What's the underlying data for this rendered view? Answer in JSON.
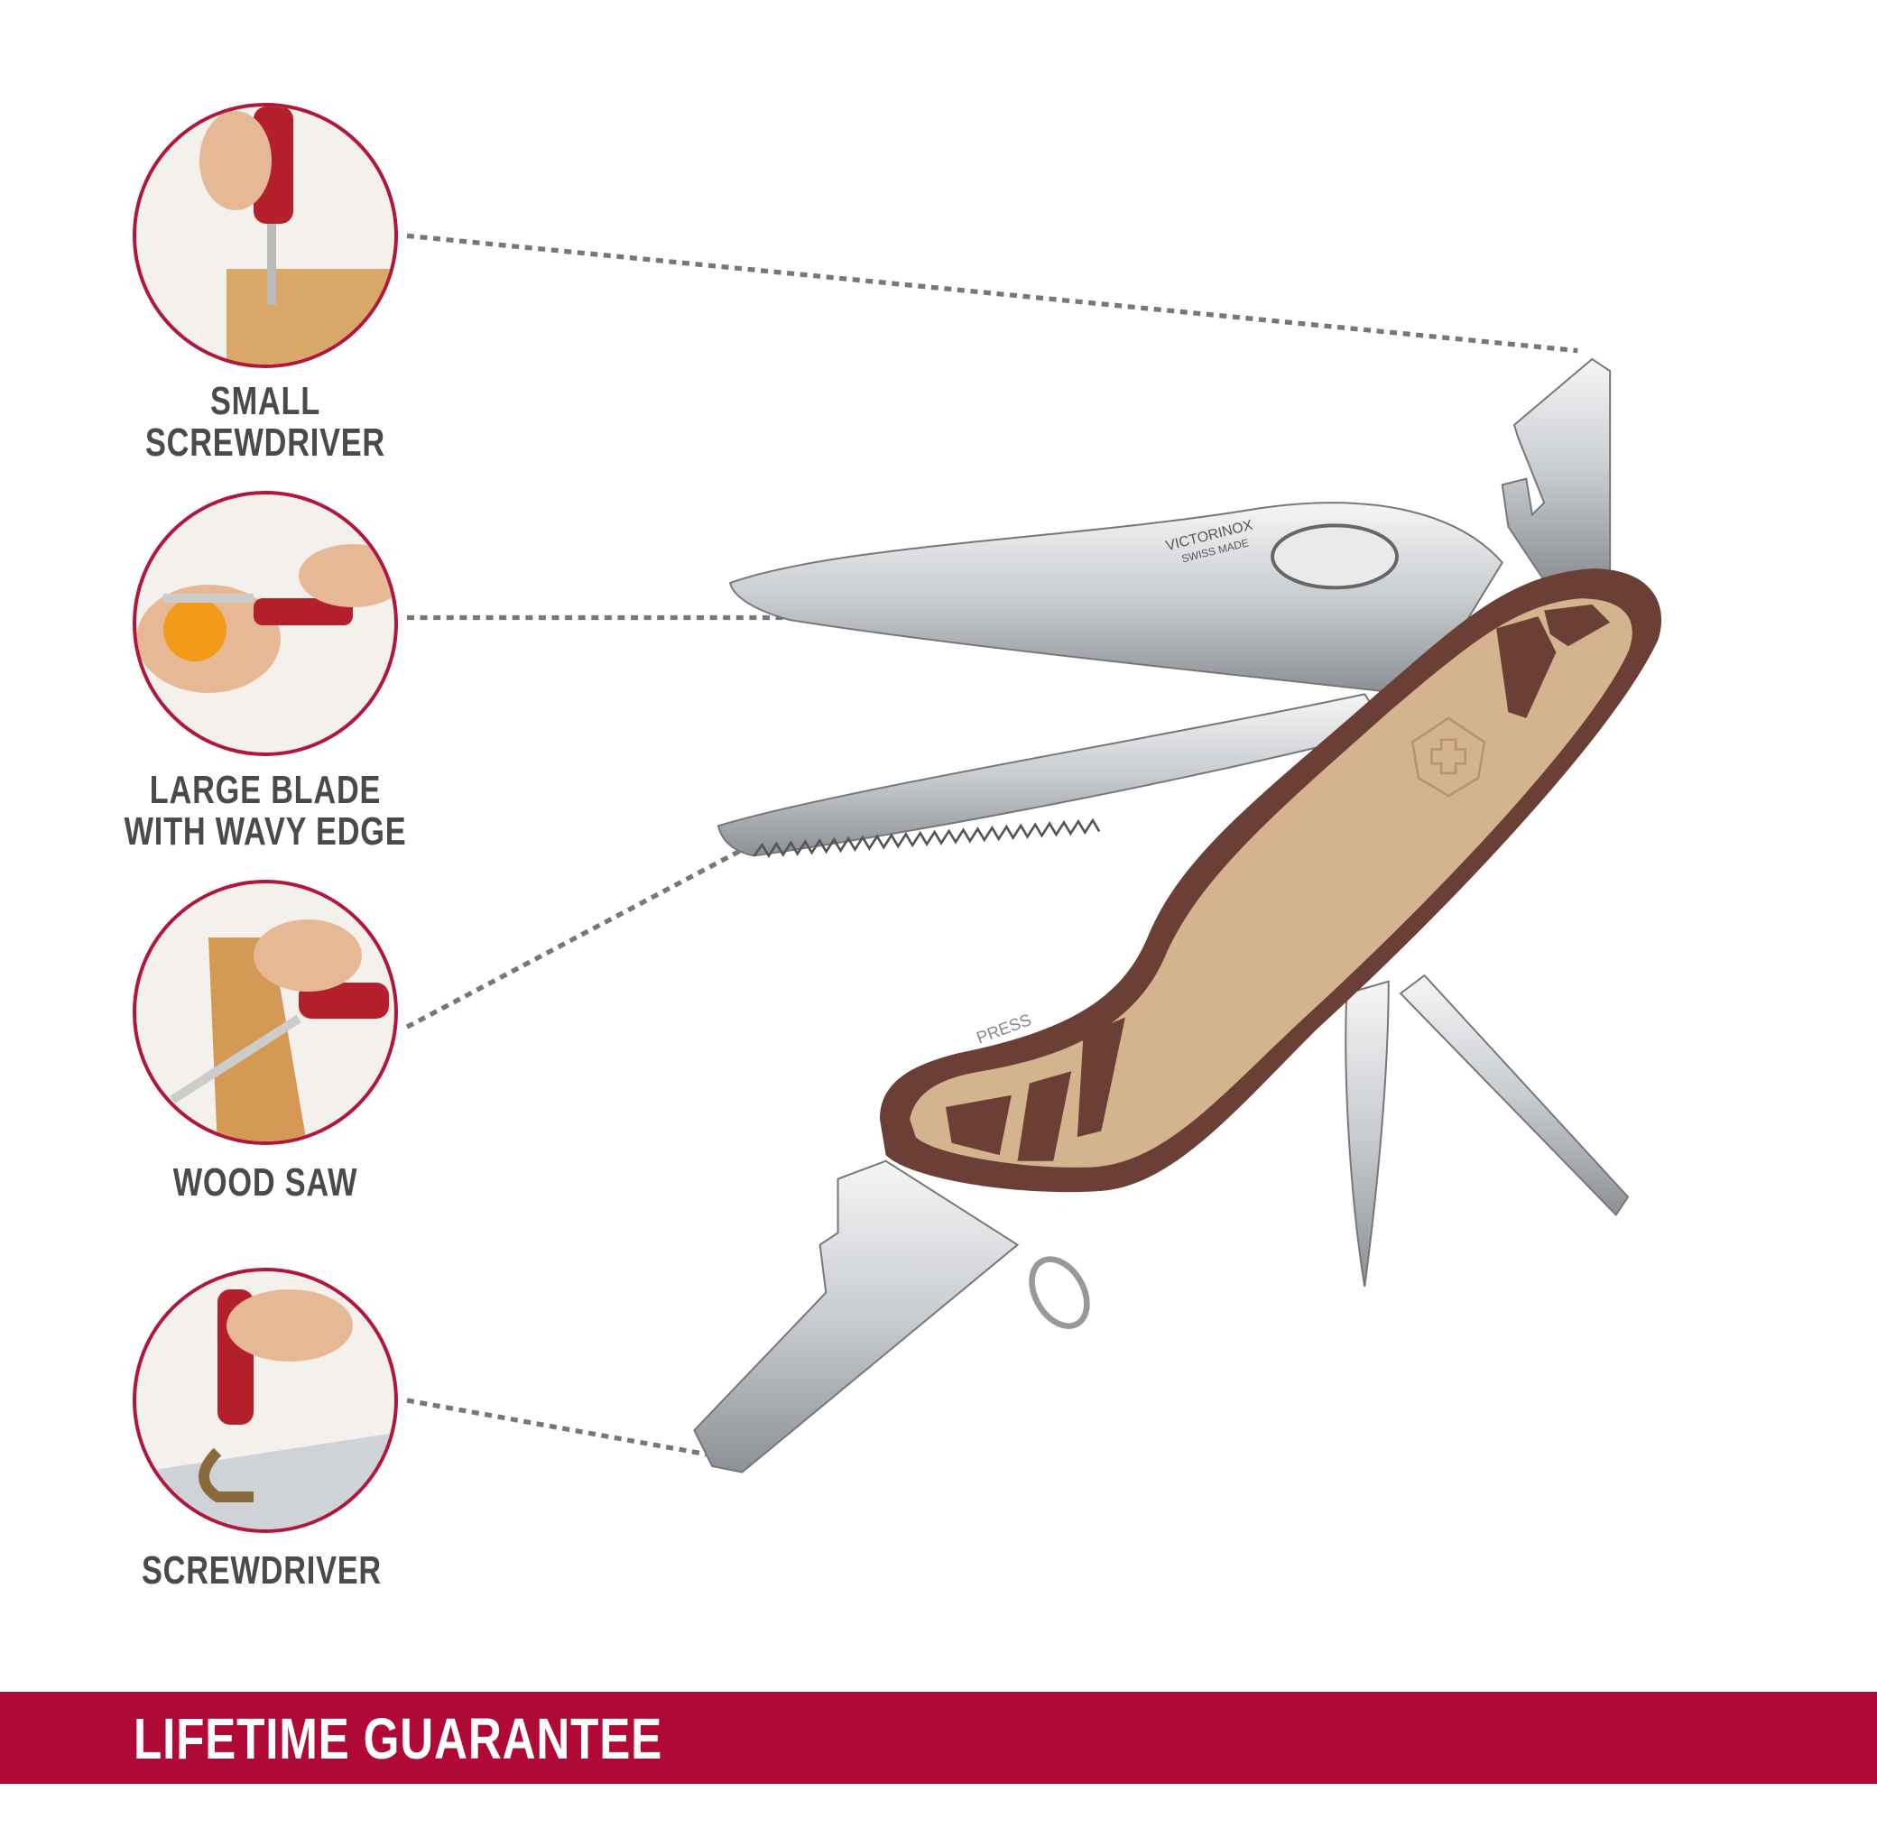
{
  "features": [
    {
      "label_lines": [
        "SMALL",
        "SCREWDRIVER"
      ],
      "icon": "small-screwdriver-photo"
    },
    {
      "label_lines": [
        "LARGE BLADE",
        "WITH WAVY EDGE"
      ],
      "icon": "large-blade-photo"
    },
    {
      "label_lines": [
        "WOOD SAW"
      ],
      "icon": "wood-saw-photo"
    },
    {
      "label_lines": [
        "SCREWDRIVER"
      ],
      "icon": "screwdriver-photo"
    }
  ],
  "product": {
    "blade_engraving": [
      "VICTORINOX",
      "SWISS MADE"
    ],
    "handle_text": "PRESS"
  },
  "banner": {
    "text": "LIFETIME GUARANTEE"
  },
  "colors": {
    "accent": "#b00935",
    "circle_border": "#b0173a",
    "label": "#4a4a4a",
    "handle_dark": "#6b3f35",
    "handle_light": "#d4b38f"
  }
}
